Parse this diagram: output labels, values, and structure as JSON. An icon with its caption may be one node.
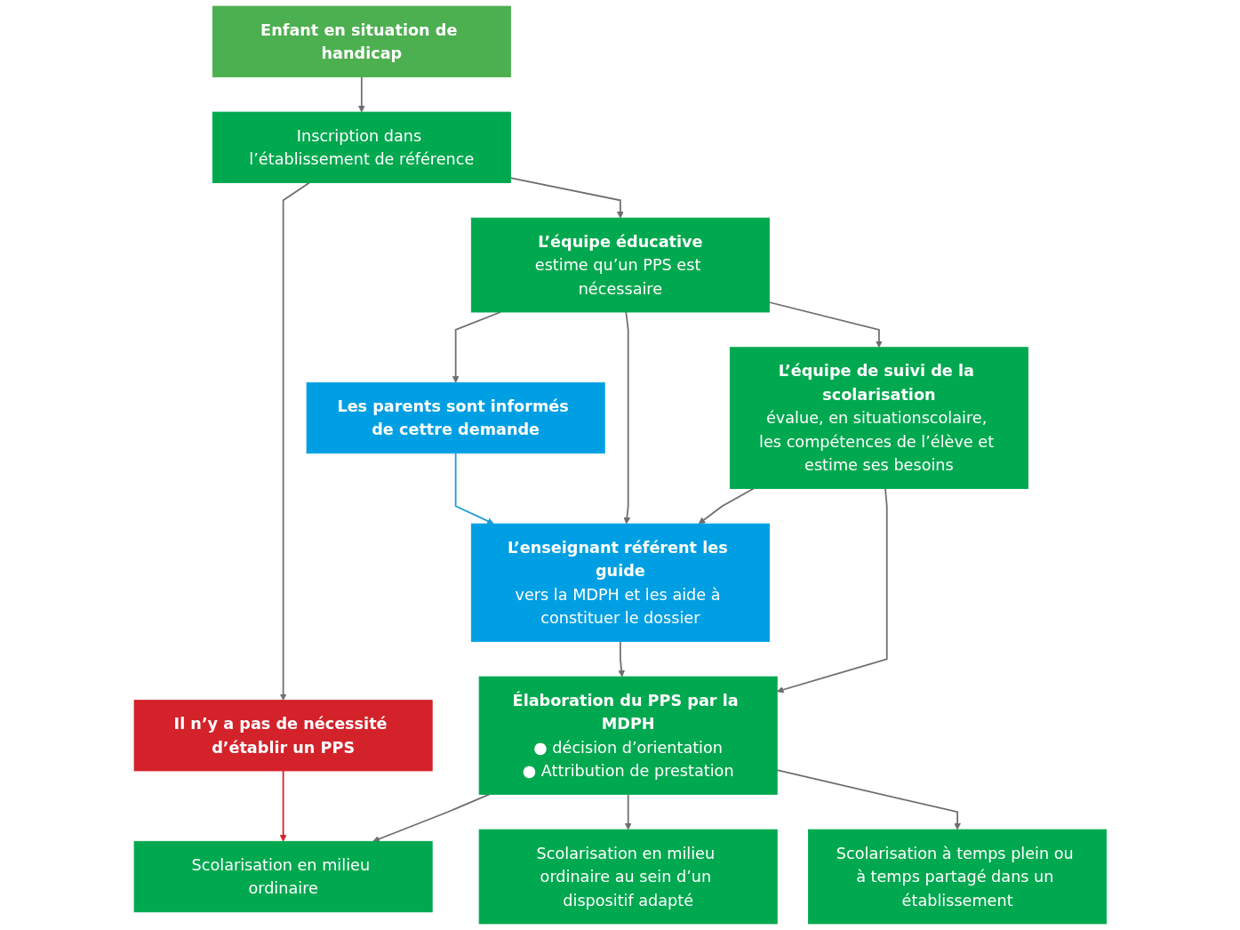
{
  "diagram": {
    "nodes": [
      {
        "text": [
          "Enfant en situation de handicap"
        ]
      },
      {
        "text": [
          "Inscription dans l’établissement de référence"
        ]
      },
      {
        "text": [
          "Il n’y a pas de nécessité d’établir un PPS"
        ]
      },
      {
        "text": [
          "L’équipe éducative",
          "estime qu’un PPS est nécessaire"
        ]
      },
      {
        "text": [
          "Les parents sont informés de cettre demande"
        ]
      },
      {
        "text": [
          "L’équipe de suivi de la scolarisation",
          "évalue, en situationscolaire, les compétences de l’élève et estime ses besoins"
        ]
      },
      {
        "text": [
          "L’enseignant référent les guide",
          "vers la MDPH et les aide à constituer le dossier"
        ]
      },
      {
        "text": [
          "Élaboration du PPS par la MDPH",
          "● décision d’orientation",
          "● Attribution de prestation"
        ]
      },
      {
        "text": [
          "Scolarisation en milieu ordinaire"
        ]
      },
      {
        "text": [
          "Scolarisation en milieu ordinaire au sein d’un dispositif adapté"
        ]
      },
      {
        "text": [
          "Scolarisation à temps plein ou à temps partagé dans un établissement"
        ]
      }
    ],
    "edges": [
      {
        "from": 0,
        "to": 1,
        "arrow": "to"
      },
      {
        "from": 1,
        "to": 2,
        "arrow": "to"
      },
      {
        "from": 1,
        "to": 3,
        "arrow": "to"
      },
      {
        "from": 3,
        "to": 4,
        "arrow": "to"
      },
      {
        "from": 3,
        "to": 6,
        "arrow": "to"
      },
      {
        "from": 4,
        "to": 6,
        "arrow": "to",
        "color": "#1a9ad6"
      },
      {
        "from": 3,
        "to": 5,
        "arrow": "to"
      },
      {
        "from": 5,
        "to": 6,
        "arrow": "to"
      },
      {
        "from": 5,
        "to": 7,
        "arrow": "to"
      },
      {
        "from": 6,
        "to": 7,
        "arrow": "to"
      },
      {
        "from": 2,
        "to": 8,
        "arrow": "to",
        "color": "#d3222a"
      },
      {
        "from": 7,
        "to": 8,
        "arrow": "to"
      },
      {
        "from": 7,
        "to": 9,
        "arrow": "to"
      },
      {
        "from": 7,
        "to": 10,
        "arrow": "to"
      }
    ]
  }
}
